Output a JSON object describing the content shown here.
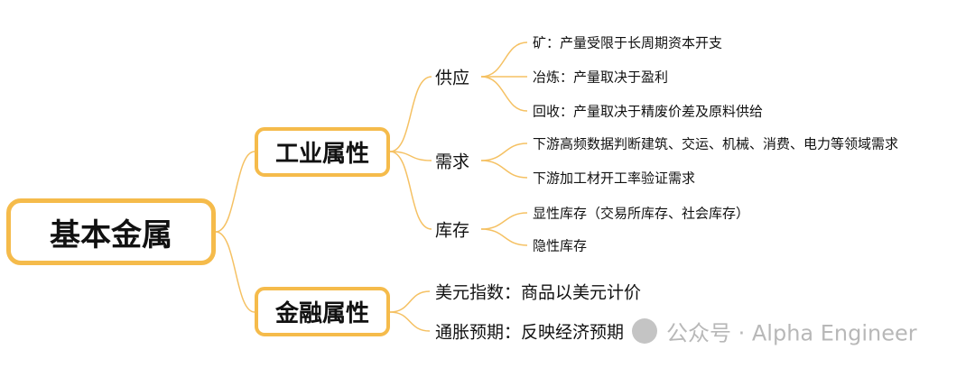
{
  "root": "基本金属",
  "branches": {
    "industrial": {
      "label": "工业属性",
      "supply": {
        "label": "供应",
        "items": [
          "矿：产量受限于长周期资本开支",
          "冶炼：产量取决于盈利",
          "回收：产量取决于精废价差及原料供给"
        ]
      },
      "demand": {
        "label": "需求",
        "items": [
          "下游高频数据判断建筑、交运、机械、消费、电力等领域需求",
          "下游加工材开工率验证需求"
        ]
      },
      "inventory": {
        "label": "库存",
        "items": [
          "显性库存（交易所库存、社会库存）",
          "隐性库存"
        ]
      }
    },
    "financial": {
      "label": "金融属性",
      "items": [
        "美元指数：商品以美元计价",
        "通胀预期：反映经济预期"
      ]
    }
  },
  "watermark": "公众号 · Alpha Engineer",
  "colors": {
    "accent": "#f5bb4b",
    "line": "#f5c163"
  }
}
